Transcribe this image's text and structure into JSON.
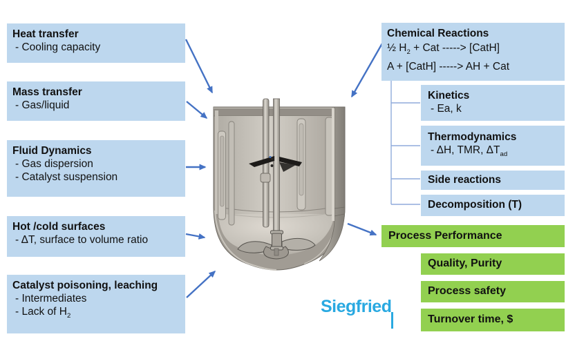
{
  "colors": {
    "box_blue": "#BDD7EE",
    "box_green": "#92D050",
    "arrow_blue": "#4472C4",
    "tree_line": "#8FAADC",
    "logo_blue": "#29A9E1",
    "text": "#111111"
  },
  "left_boxes": [
    {
      "title": "Heat transfer",
      "line1": "- Cooling capacity"
    },
    {
      "title": "Mass transfer",
      "line1": "- Gas/liquid"
    },
    {
      "title": "Fluid Dynamics",
      "line1": "- Gas dispersion",
      "line2": "- Catalyst suspension"
    },
    {
      "title": "Hot /cold surfaces",
      "line1": "- ΔT, surface to volume ratio"
    },
    {
      "title": "Catalyst poisoning, leaching",
      "line1": "- Intermediates",
      "line2_main": "- Lack of H",
      "line2_sub": "2"
    }
  ],
  "chemical_reactions": {
    "title": "Chemical Reactions",
    "r1_pre": "½ H",
    "r1_sub": "2",
    "r1_post": " + Cat -----> [CatH]",
    "r2": "A + [CatH] -----> AH + Cat"
  },
  "sub_boxes": [
    {
      "title": "Kinetics",
      "line1": "- Ea, k"
    },
    {
      "title": "Thermodynamics",
      "line1_main": "- ΔH, TMR, ΔT",
      "line1_sub": "ad"
    },
    {
      "title": "Side reactions"
    },
    {
      "title": "Decomposition (T)"
    }
  ],
  "green_boxes": [
    {
      "label": "Process Performance"
    },
    {
      "label": "Quality, Purity"
    },
    {
      "label": "Process safety"
    },
    {
      "label": "Turnover time, $"
    }
  ],
  "logo": {
    "text": "Siegfried"
  },
  "graphics": {
    "center_illustration": "stirred-tank-reactor-cutaway"
  }
}
